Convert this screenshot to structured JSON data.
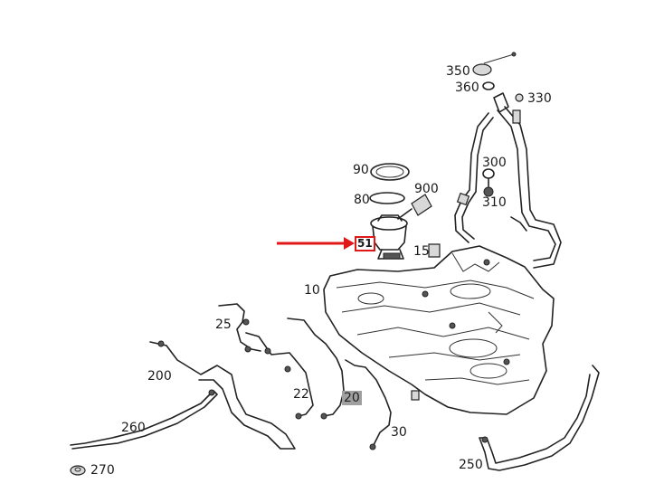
{
  "colors": {
    "highlight_red": "#e01818",
    "highlight_grey": "#a0a0a0",
    "line": "#222222",
    "background": "#ffffff"
  },
  "callouts": {
    "c350": "350",
    "c360": "360",
    "c330": "330",
    "c90": "90",
    "c900": "900",
    "c80": "80",
    "c300": "300",
    "c310": "310",
    "c51": "51",
    "c15": "15",
    "c10": "10",
    "c25": "25",
    "c200": "200",
    "c22": "22",
    "c20": "20",
    "c30": "30",
    "c260": "260",
    "c270": "270",
    "c250": "250"
  }
}
